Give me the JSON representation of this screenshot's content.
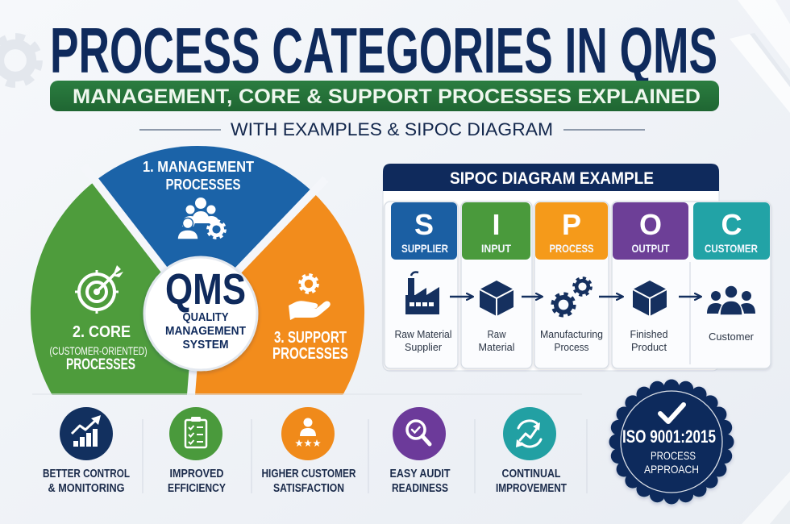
{
  "header": {
    "title": "PROCESS CATEGORIES IN QMS",
    "banner": "MANAGEMENT, CORE & SUPPORT PROCESSES EXPLAINED",
    "subtitle": "WITH EXAMPLES & SIPOC DIAGRAM",
    "banner_color": "#23703a",
    "title_color": "#0f2a5c"
  },
  "wheel": {
    "center": {
      "title": "QMS",
      "lines": [
        "QUALITY",
        "MANAGEMENT",
        "SYSTEM"
      ]
    },
    "segments": [
      {
        "id": "management",
        "lines": [
          "1.  MANAGEMENT",
          "PROCESSES"
        ],
        "color": "#1b63a8",
        "icon": "team-gear-icon"
      },
      {
        "id": "core",
        "lines": [
          "2. CORE",
          "(CUSTOMER-ORIENTED)",
          "PROCESSES"
        ],
        "color": "#4e9c3c",
        "icon": "target-icon"
      },
      {
        "id": "support",
        "lines": [
          "3. SUPPORT",
          "PROCESSES"
        ],
        "color": "#f28c1c",
        "icon": "hand-gear-icon"
      }
    ]
  },
  "sipoc": {
    "title": "SIPOC DIAGRAM EXAMPLE",
    "header_color": "#0f2a5c",
    "columns": [
      {
        "letter": "S",
        "label": "SUPPLIER",
        "color": "#1b5fa3",
        "icon": "factory-icon",
        "example": [
          "Raw Material",
          "Supplier"
        ]
      },
      {
        "letter": "I",
        "label": "INPUT",
        "color": "#4a9a3c",
        "icon": "box-icon",
        "example": [
          "Raw",
          "Material"
        ]
      },
      {
        "letter": "P",
        "label": "PROCESS",
        "color": "#f59a1a",
        "icon": "gears-icon",
        "example": [
          "Manufacturing",
          "Process"
        ]
      },
      {
        "letter": "O",
        "label": "OUTPUT",
        "color": "#6d3f97",
        "icon": "box-icon",
        "example": [
          "Finished",
          "Product"
        ]
      },
      {
        "letter": "C",
        "label": "CUSTOMER",
        "color": "#22a3a6",
        "icon": "people-icon",
        "example": [
          "Customer"
        ]
      }
    ]
  },
  "benefits": [
    {
      "lines": [
        "BETTER CONTROL",
        "& MONITORING"
      ],
      "color": "#12305f",
      "icon": "growth-chart-icon"
    },
    {
      "lines": [
        "IMPROVED",
        "EFFICIENCY"
      ],
      "color": "#4a9a3c",
      "icon": "clipboard-checklist-icon"
    },
    {
      "lines": [
        "HIGHER CUSTOMER",
        "SATISFACTION"
      ],
      "color": "#f08a1a",
      "icon": "customer-rating-icon"
    },
    {
      "lines": [
        "EASY AUDIT",
        "READINESS"
      ],
      "color": "#6c3a9a",
      "icon": "audit-search-icon"
    },
    {
      "lines": [
        "CONTINUAL",
        "IMPROVEMENT"
      ],
      "color": "#22a0a3",
      "icon": "continual-cycle-icon"
    }
  ],
  "badge": {
    "title": "ISO 9001:2015",
    "lines": [
      "PROCESS",
      "APPROACH"
    ],
    "color": "#102a5c",
    "icon": "check-icon"
  }
}
